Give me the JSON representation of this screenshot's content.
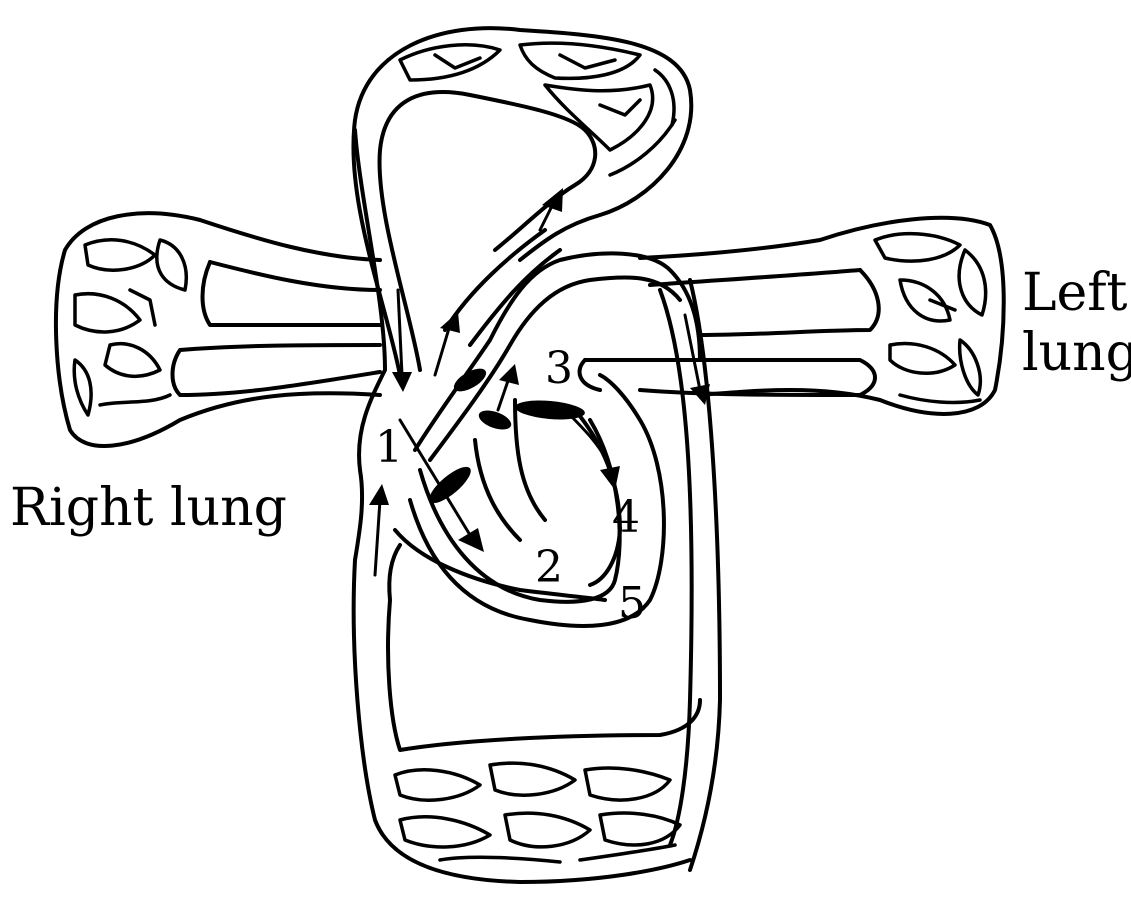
{
  "labels": {
    "right_lung": "Right lung",
    "left_lung_line1": "Left",
    "left_lung_line2": "lung",
    "chamber_1": "1",
    "chamber_2": "2",
    "chamber_3": "3",
    "chamber_4": "4",
    "chamber_5": "5"
  },
  "colors": {
    "ink": "#000000",
    "background": "#ffffff"
  }
}
